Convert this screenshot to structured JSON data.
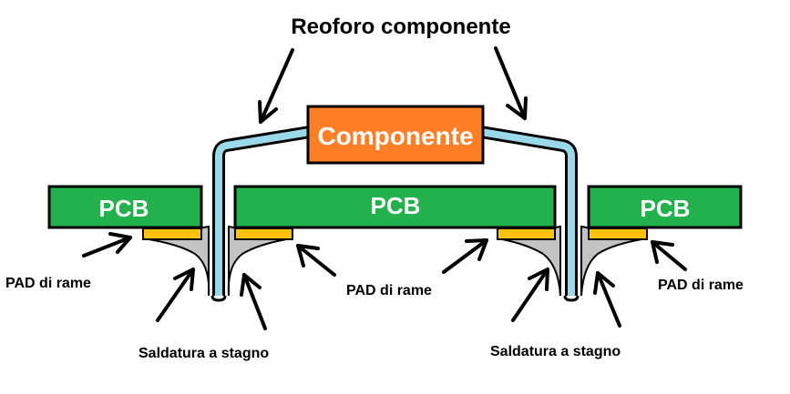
{
  "title": "Reoforo componente",
  "component_label": "Componente",
  "pcb_label": "PCB",
  "pad_label": "PAD di rame",
  "solder_label": "Saldatura a stagno",
  "colors": {
    "pcb": "#22b14c",
    "component": "#ff7f27",
    "pad": "#ffc20e",
    "lead": "#99d9ea",
    "solder": "#c3c3c3",
    "outline": "#000000"
  }
}
